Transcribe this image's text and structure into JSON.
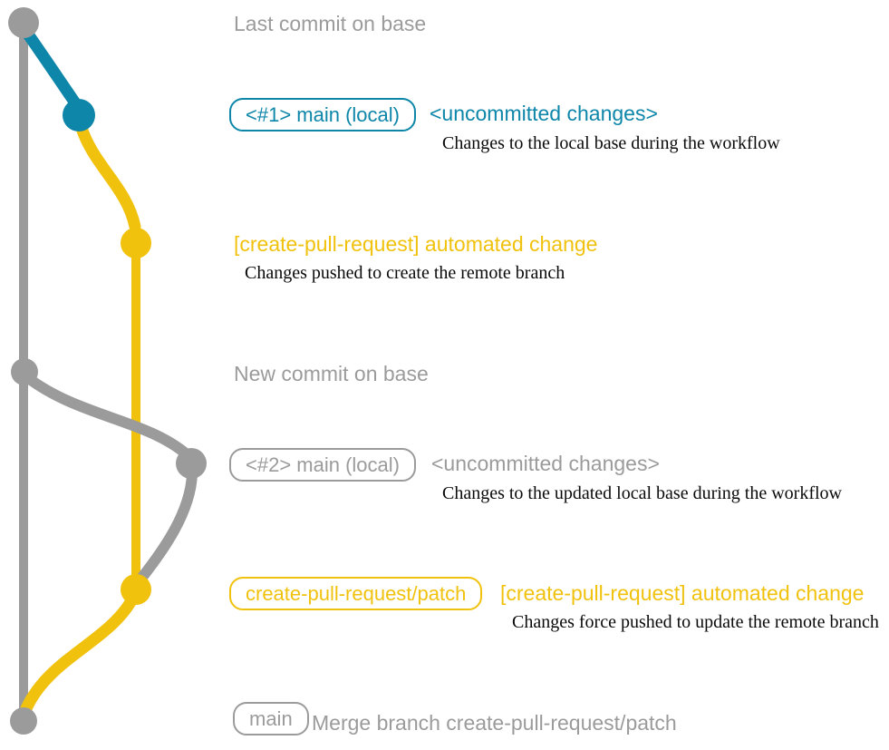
{
  "colors": {
    "gray": "#9b9b9b",
    "teal": "#0d86a9",
    "yellow": "#f1c20d",
    "ink": "#0a0a0a"
  },
  "graph": {
    "branches": [
      {
        "name": "base",
        "color": "#9b9b9b"
      },
      {
        "name": "main (local)",
        "color": "#0d86a9"
      },
      {
        "name": "create-pull-request/patch",
        "color": "#f1c20d"
      }
    ],
    "commits": [
      {
        "id": "last-commit-on-base",
        "branch": "base",
        "label": "Last commit on base"
      },
      {
        "id": "main-local-1",
        "branch": "main (local)",
        "label": "<#1> main (local) <uncommitted changes>"
      },
      {
        "id": "patch-commit-1",
        "branch": "create-pull-request/patch",
        "label": "[create-pull-request] automated change"
      },
      {
        "id": "new-commit-on-base",
        "branch": "base",
        "label": "New commit on base"
      },
      {
        "id": "main-local-2",
        "branch": "main (local)",
        "label": "<#2> main (local) <uncommitted changes>"
      },
      {
        "id": "patch-commit-2",
        "branch": "create-pull-request/patch",
        "label": "[create-pull-request] automated change"
      },
      {
        "id": "merge-commit",
        "branch": "base",
        "label": "Merge branch create-pull-request/patch"
      }
    ]
  },
  "annotations": {
    "last_commit_heading": "Last commit on base",
    "row_main1": {
      "badge": "<#1> main (local)",
      "heading": "<uncommitted changes>",
      "description": "Changes to the local base during the workflow"
    },
    "row_patch1": {
      "heading": "[create-pull-request] automated change",
      "description": "Changes pushed to create the remote branch"
    },
    "new_commit_heading": "New commit on base",
    "row_main2": {
      "badge": "<#2> main (local)",
      "heading": "<uncommitted changes>",
      "description": "Changes to the updated local base during the workflow"
    },
    "row_patch2": {
      "badge": "create-pull-request/patch",
      "heading": "[create-pull-request] automated change",
      "description": "Changes force pushed to update the remote branch"
    },
    "row_merge": {
      "badge": "main",
      "heading": "Merge branch create-pull-request/patch"
    }
  }
}
